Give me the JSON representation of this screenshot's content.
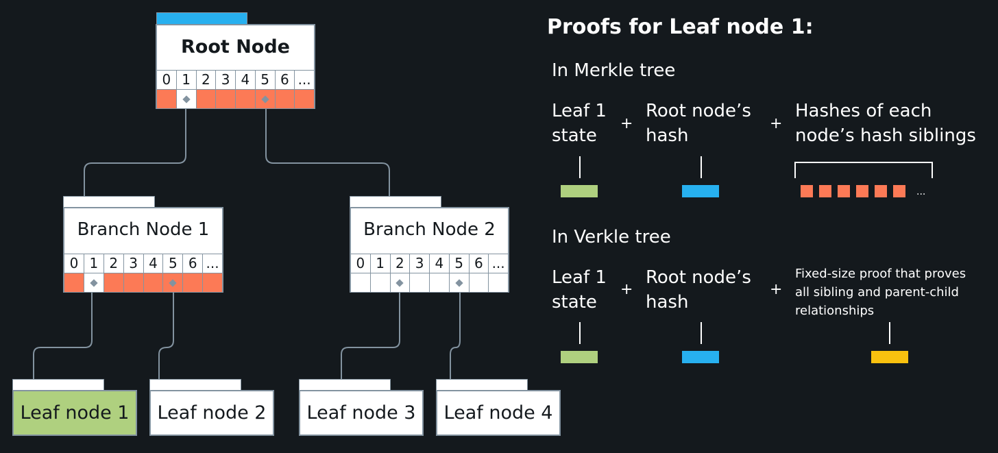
{
  "tree": {
    "root": {
      "title": "Root Node",
      "slots": [
        "0",
        "1",
        "2",
        "3",
        "4",
        "5",
        "6",
        "..."
      ],
      "cell_colors": [
        "filled",
        "empty",
        "filled",
        "filled",
        "filled",
        "filled",
        "filled",
        "filled"
      ]
    },
    "branch1": {
      "title": "Branch Node 1",
      "slots": [
        "0",
        "1",
        "2",
        "3",
        "4",
        "5",
        "6",
        "..."
      ],
      "cell_colors": [
        "filled",
        "empty",
        "filled",
        "filled",
        "filled",
        "filled",
        "filled",
        "filled"
      ]
    },
    "branch2": {
      "title": "Branch Node 2",
      "slots": [
        "0",
        "1",
        "2",
        "3",
        "4",
        "5",
        "6",
        "..."
      ],
      "cell_colors": [
        "empty",
        "empty",
        "empty",
        "empty",
        "empty",
        "empty",
        "empty",
        "empty"
      ]
    },
    "leaves": [
      "Leaf node 1",
      "Leaf node 2",
      "Leaf node 3",
      "Leaf node 4"
    ]
  },
  "proofs": {
    "heading": "Proofs for Leaf node 1:",
    "merkle": {
      "title": "In Merkle tree",
      "leaf_state": [
        "Leaf 1",
        "state"
      ],
      "root_hash": [
        "Root node’s",
        "hash"
      ],
      "siblings": [
        "Hashes of each",
        "node’s hash siblings"
      ],
      "ellipsis": "...",
      "plus": "+"
    },
    "verkle": {
      "title": "In Verkle tree",
      "leaf_state": [
        "Leaf 1",
        "state"
      ],
      "root_hash": [
        "Root node’s",
        "hash"
      ],
      "fixed_proof": [
        "Fixed-size proof that proves",
        "all sibling and parent-child",
        "relationships"
      ],
      "plus": "+"
    }
  },
  "colors": {
    "background": "#14191d",
    "cell_filled": "#fc7a56",
    "root_accent": "#27b0ef",
    "leaf_highlight": "#afd07f",
    "leaf_state_swatch": "#afd07f",
    "root_hash_swatch": "#27b0ef",
    "sibling_hash_swatch": "#fc7a56",
    "fixed_proof_swatch": "#f9c10f",
    "connector": "#8393a0"
  }
}
